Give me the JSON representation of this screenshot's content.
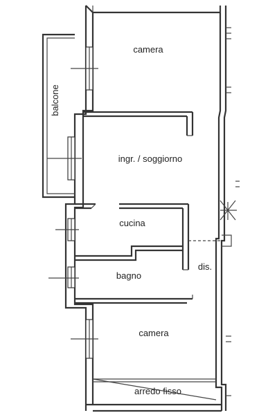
{
  "rooms": {
    "camera_top": "camera",
    "balcone": "balcone",
    "soggiorno": "ingr. / soggiorno",
    "cucina": "cucina",
    "bagno": "bagno",
    "disimpegno": "dis.",
    "camera_bottom": "camera",
    "arredo": "arredo fisso"
  },
  "colors": {
    "wall": "#333333",
    "text": "#222222",
    "background": "#ffffff"
  }
}
